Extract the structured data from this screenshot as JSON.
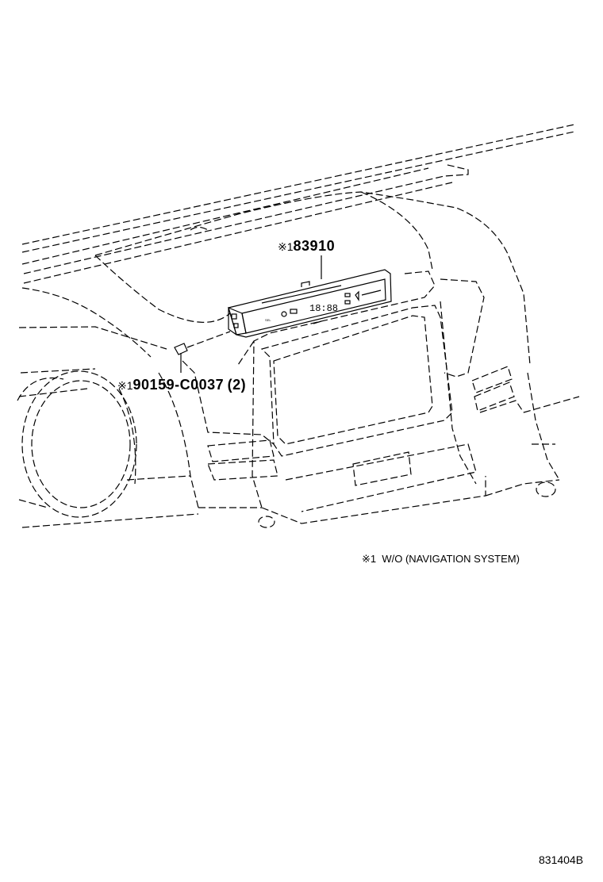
{
  "callouts": {
    "display_unit": {
      "mark": "※1",
      "number": "83910"
    },
    "screw": {
      "mark": "※1",
      "number": "90159-C0037",
      "qty": "(2)"
    }
  },
  "display_face": {
    "digits": "18:88"
  },
  "footnote": {
    "mark": "※1",
    "text": "W/O (NAVIGATION SYSTEM)"
  },
  "figure_code": "831404B"
}
